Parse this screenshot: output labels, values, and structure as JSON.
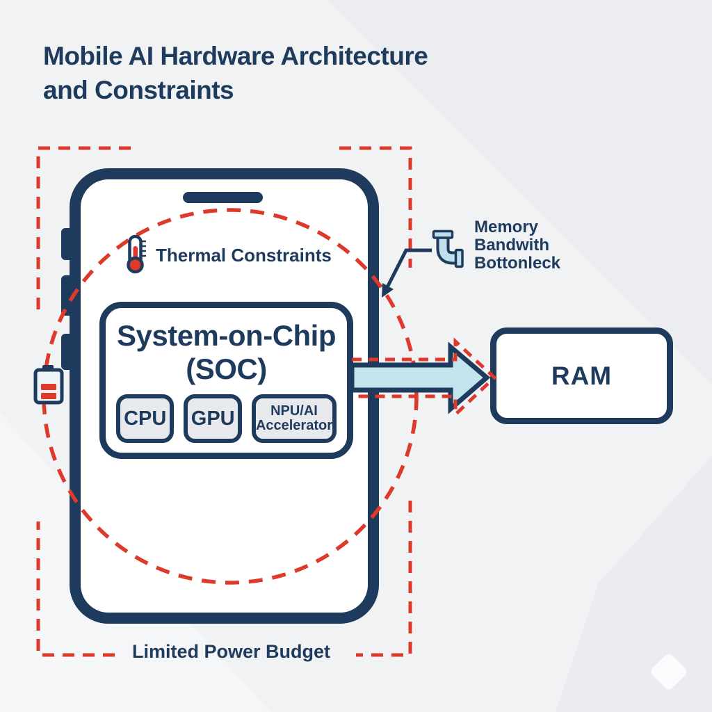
{
  "diagram": {
    "title_lines": [
      "Mobile AI Hardware Architecture",
      "and Constraints"
    ]
  },
  "phone": {
    "thermal_label": "Thermal Constraints",
    "soc": {
      "name_lines": [
        "System-on-Chip",
        "(SOC)"
      ],
      "chips": [
        {
          "lines": [
            "CPU"
          ]
        },
        {
          "lines": [
            "GPU"
          ]
        },
        {
          "lines": [
            "NPU/AI",
            "Accelerator"
          ]
        }
      ]
    }
  },
  "ram": {
    "label": "RAM"
  },
  "annotations": {
    "memory_lines": [
      "Memory",
      "Bandwith",
      "Bottonleck"
    ],
    "power_label": "Limited Power Budget"
  },
  "icons": {
    "thermometer": "thermometer-icon",
    "pipe": "pipe-elbow-icon",
    "battery": "low-battery-icon",
    "bandwidth_arrow": "bandwidth-arrow"
  },
  "colors": {
    "navy": "#1e3a5c",
    "red": "#dd3a2b",
    "arrow_blue": "#c3e3ed",
    "pipe_blue": "#bfe0eb",
    "chip_fill": "#e8e9ed",
    "background": "#f1f2f4"
  }
}
